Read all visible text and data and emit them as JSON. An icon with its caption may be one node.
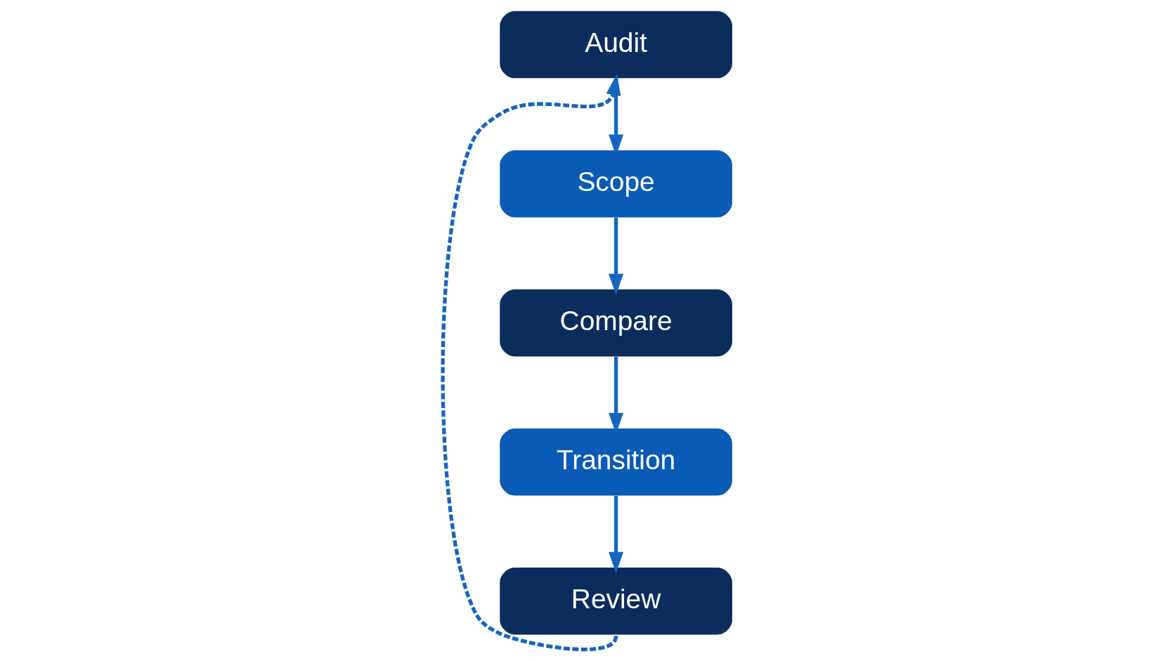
{
  "diagram": {
    "nodes": [
      {
        "text": [
          "Audit"
        ]
      },
      {
        "text": [
          "Scope"
        ]
      },
      {
        "text": [
          "Compare"
        ]
      },
      {
        "text": [
          "Transition"
        ]
      },
      {
        "text": [
          "Review"
        ]
      }
    ],
    "edges": [
      {
        "from": 0,
        "to": 1,
        "arrow": "to"
      },
      {
        "from": 1,
        "to": 2,
        "arrow": "to"
      },
      {
        "from": 2,
        "to": 3,
        "arrow": "to"
      },
      {
        "from": 3,
        "to": 4,
        "arrow": "to"
      },
      {
        "from": 4,
        "to": 0,
        "arrow": "to",
        "style": "dashed"
      }
    ]
  }
}
